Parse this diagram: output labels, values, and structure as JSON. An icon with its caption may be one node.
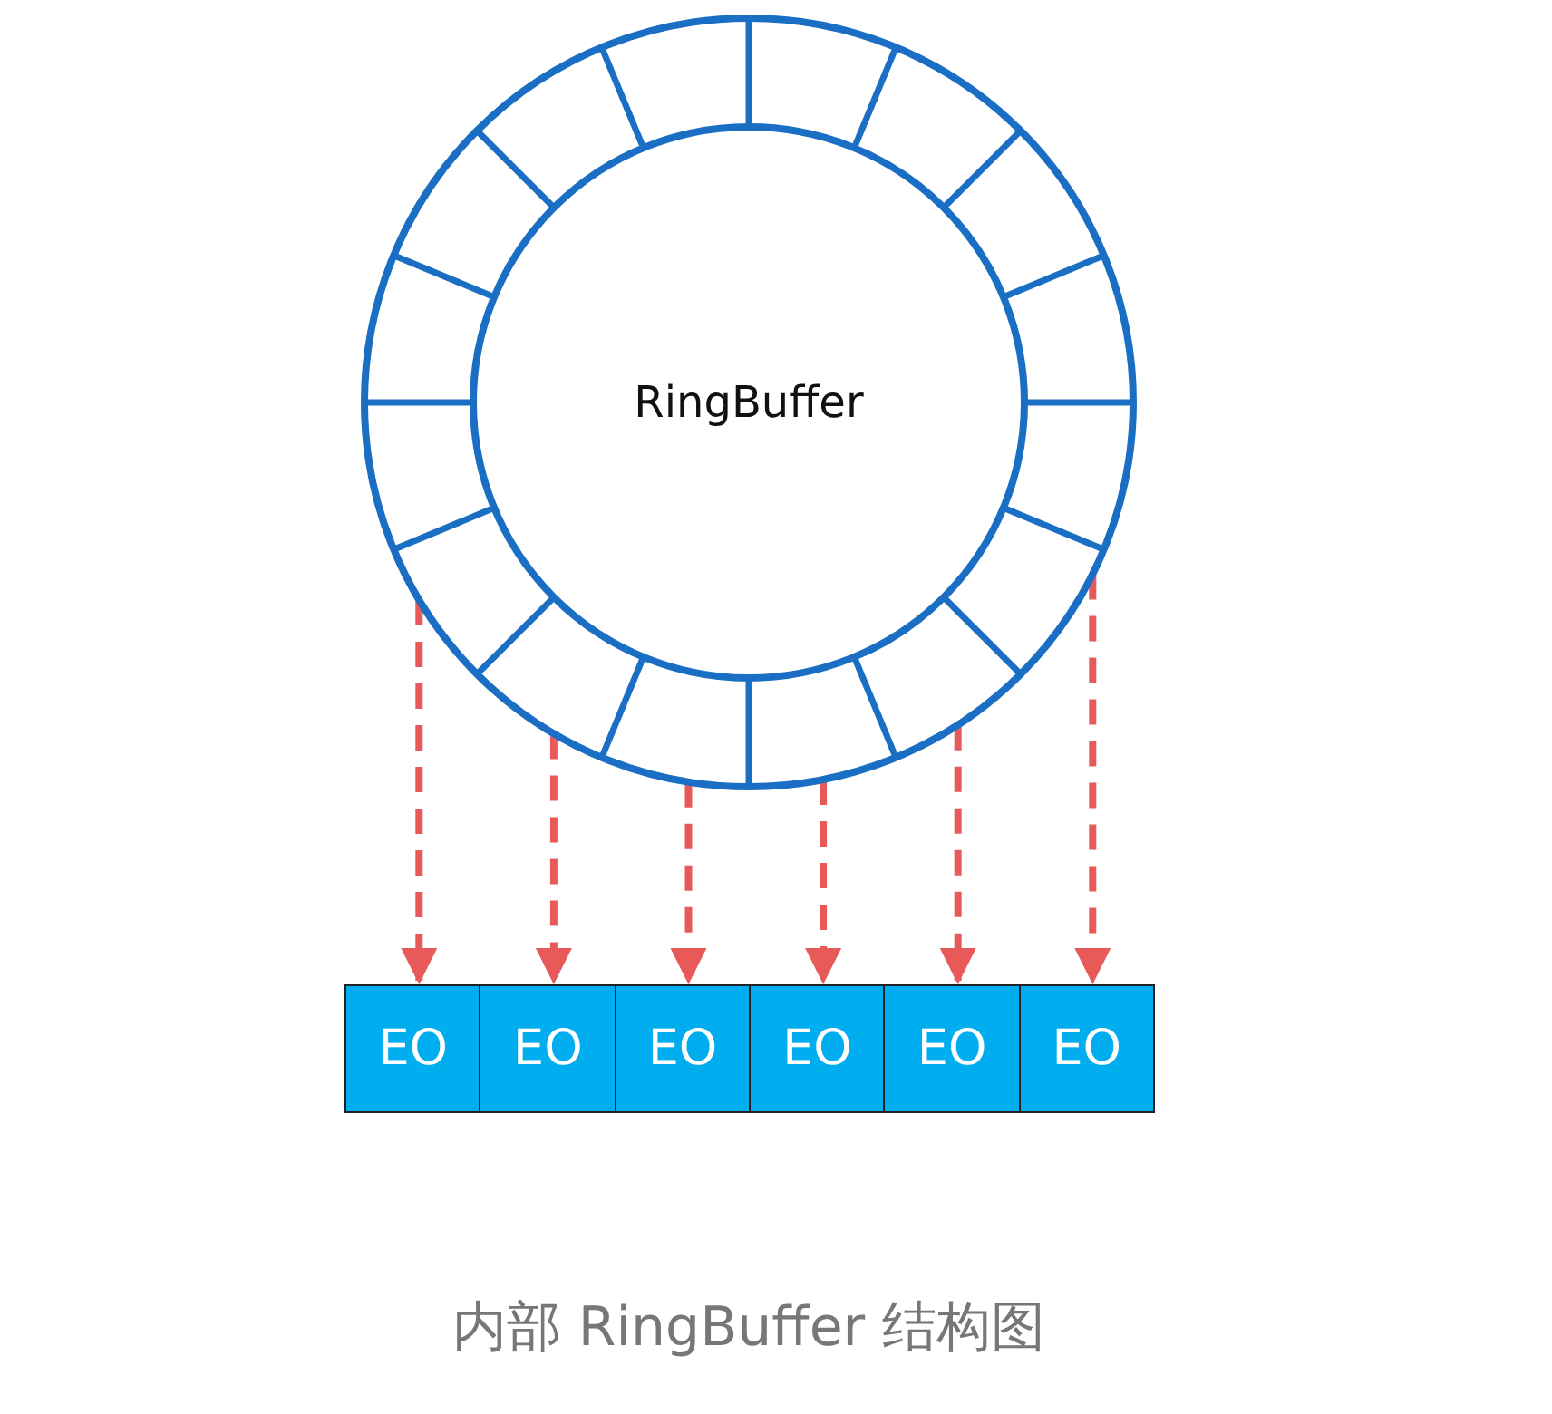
{
  "diagram": {
    "caption": "内部 RingBuffer 结构图",
    "nodes": [
      {
        "text": [
          "RingBuffer"
        ]
      },
      {
        "text": [
          "EO"
        ]
      },
      {
        "text": [
          "EO"
        ]
      },
      {
        "text": [
          "EO"
        ]
      },
      {
        "text": [
          "EO"
        ]
      },
      {
        "text": [
          "EO"
        ]
      },
      {
        "text": [
          "EO"
        ]
      }
    ],
    "edges": [
      {
        "from": 0,
        "to": 1,
        "arrow": "to",
        "style": "dashed"
      },
      {
        "from": 0,
        "to": 2,
        "arrow": "to",
        "style": "dashed"
      },
      {
        "from": 0,
        "to": 3,
        "arrow": "to",
        "style": "dashed"
      },
      {
        "from": 0,
        "to": 4,
        "arrow": "to",
        "style": "dashed"
      },
      {
        "from": 0,
        "to": 5,
        "arrow": "to",
        "style": "dashed"
      },
      {
        "from": 0,
        "to": 6,
        "arrow": "to",
        "style": "dashed"
      }
    ]
  }
}
